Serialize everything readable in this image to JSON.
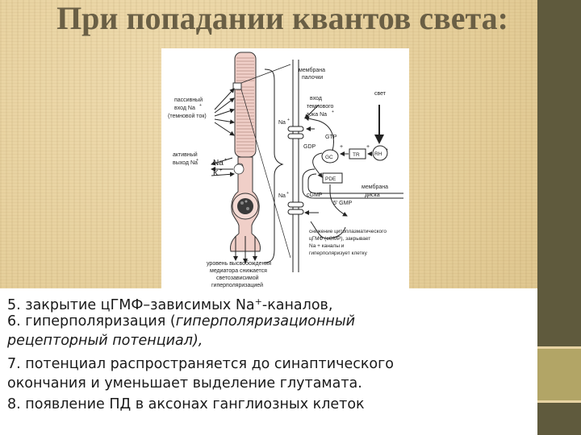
{
  "slide": {
    "title": "При попадании квантов света:"
  },
  "figure": {
    "labels": {
      "membrane_rod_1": "мембрана",
      "membrane_rod_2": "палочки",
      "passive_1": "пассивный",
      "passive_2": "вход Na",
      "passive_3": "(темновой ток)",
      "dark_1": "вход",
      "dark_2": "темнового",
      "dark_3": "тока Na",
      "light": "свет",
      "na_upper": "Na",
      "gtp": "GTP",
      "gdp": "GDP",
      "gc": "GC",
      "tr": "TR",
      "rh": "RH",
      "plus1": "+",
      "plus2": "+",
      "pde": "PDE",
      "active_1": "активный",
      "active_2": "выход Na",
      "na_ion": "Na",
      "k_ion": "K",
      "disk_1": "мембрана",
      "disk_2": "диска",
      "na_lower": "Na",
      "cgmp": "cGMP",
      "gmp5": "5' GMP",
      "cyt_1": "снижение цитоплазматического",
      "cyt_2": "цГМФ (cGMP), закрывает",
      "cyt_3": "Na + каналы и",
      "cyt_4": "гиперполяризует клетку",
      "release_1": "уровень высвобождения",
      "release_2": "медиатора снижается",
      "release_3": "светозависимой",
      "release_4": "гиперполяризацией",
      "sup_plus": "+"
    }
  },
  "steps": {
    "s5_main": "5. закрытие цГМФ–зависимых Na",
    "s5_sup": "+",
    "s5_end": "-каналов,",
    "s6_main": "6. гиперполяризация (",
    "s6_ital": "гиперполяризационный",
    "s6_ital2": "рецепторный потенциал),",
    "s7a": "7. потенциал распространяется до синаптического",
    "s7b": "окончания и уменьшает выделение глутамата.",
    "s8": "8. появление ПД в аксонах ганглиозных клеток"
  }
}
